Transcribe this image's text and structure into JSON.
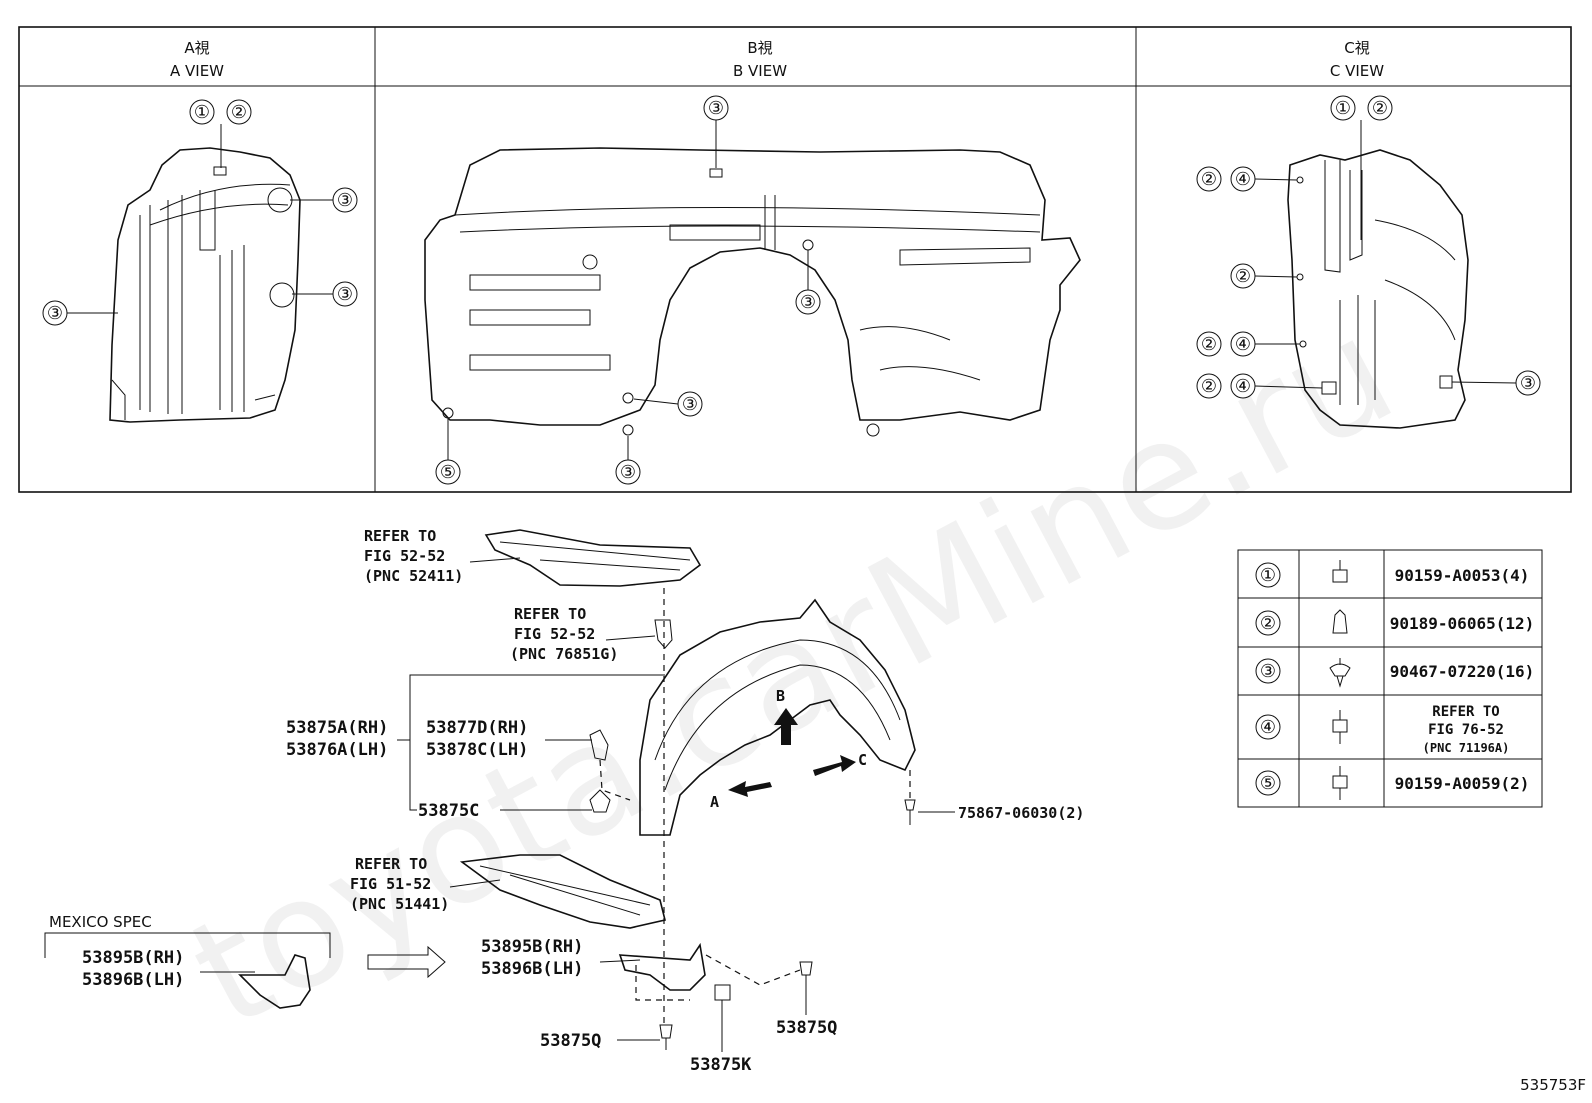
{
  "views": [
    {
      "kanji": "A視",
      "label": "A VIEW"
    },
    {
      "kanji": "B視",
      "label": "B VIEW"
    },
    {
      "kanji": "C視",
      "label": "C VIEW"
    }
  ],
  "callouts": {
    "a_view": [
      "①",
      "②",
      "③",
      "③",
      "③"
    ],
    "b_view": [
      "③",
      "③",
      "③",
      "③",
      "⑤"
    ],
    "c_view": [
      "①",
      "②",
      "②",
      "④",
      "②",
      "②",
      "④",
      "②",
      "④",
      "③"
    ]
  },
  "parts": {
    "refer1": [
      "REFER TO",
      "FIG 52-52",
      "(PNC 52411)"
    ],
    "refer2": [
      "REFER TO",
      "FIG 52-52",
      "(PNC 76851G)"
    ],
    "refer3": [
      "REFER TO",
      "FIG 51-52",
      "(PNC 51441)"
    ],
    "liner_rh": "53875A(RH)",
    "liner_lh": "53876A(LH)",
    "bracket_rh": "53877D(RH)",
    "bracket_lh": "53878C(LH)",
    "clip_c": "53875C",
    "screw": "75867-06030(2)",
    "mexico": "MEXICO SPEC",
    "mud_rh": "53895B(RH)",
    "mud_lh": "53896B(LH)",
    "mud2_rh": "53895B(RH)",
    "mud2_lh": "53896B(LH)",
    "q1": "53875Q",
    "q2": "53875Q",
    "k": "53875K",
    "arrow_a": "A",
    "arrow_b": "B",
    "arrow_c": "C"
  },
  "fastener_table": [
    {
      "no": "①",
      "part": "90159-A0053(4)"
    },
    {
      "no": "②",
      "part": "90189-06065(12)"
    },
    {
      "no": "③",
      "part": "90467-07220(16)"
    },
    {
      "no": "④",
      "part_lines": [
        "REFER TO",
        "FIG 76-52",
        "(PNC 71196A)"
      ]
    },
    {
      "no": "⑤",
      "part": "90159-A0059(2)"
    }
  ],
  "figure_id": "535753F",
  "watermark": "toyota.carMine.ru"
}
